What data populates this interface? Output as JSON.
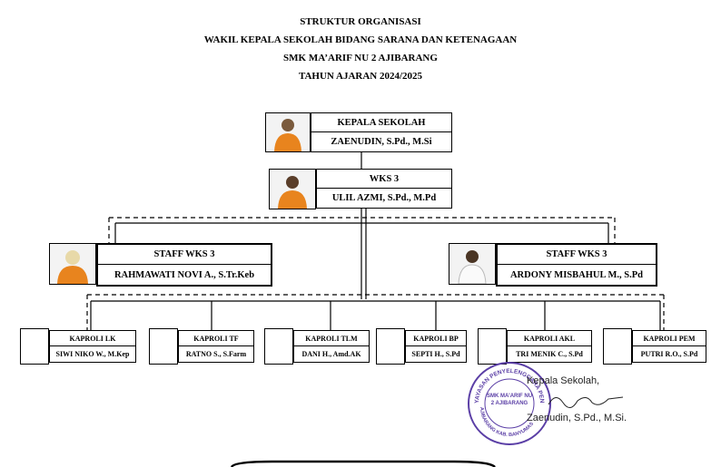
{
  "header": {
    "line1": "STRUKTUR ORGANISASI",
    "line2": "WAKIL KEPALA SEKOLAH BIDANG SARANA DAN KETENAGAAN",
    "line3": "SMK MA’ARIF NU 2 AJIBARANG",
    "line4": "TAHUN AJARAN 2024/2025"
  },
  "kepala": {
    "title": "KEPALA SEKOLAH",
    "name": "ZAENUDIN, S.Pd., M.Si"
  },
  "wks": {
    "title": "WKS 3",
    "name": "ULIL AZMI, S.Pd., M.Pd"
  },
  "staff_left": {
    "title": "STAFF WKS 3",
    "name": "RAHMAWATI NOVI A., S.Tr.Keb"
  },
  "staff_right": {
    "title": "STAFF WKS 3",
    "name": "ARDONY MISBAHUL M., S.Pd"
  },
  "kaproli": [
    {
      "title": "KAPROLI LK",
      "name": "SIWI NIKO W., M.Kep"
    },
    {
      "title": "KAPROLI TF",
      "name": "RATNO S., S.Farm"
    },
    {
      "title": "KAPROLI TLM",
      "name": "DANI H., Amd.AK"
    },
    {
      "title": "KAPROLI BP",
      "name": "SEPTI H., S.Pd"
    },
    {
      "title": "KAPROLI AKL",
      "name": "TRI MENIK C., S.Pd"
    },
    {
      "title": "KAPROLI PEM",
      "name": "PUTRI R.O., S.Pd"
    }
  ],
  "signature": {
    "role": "Kepala Sekolah,",
    "name": "Zaenudin, S.Pd., M.Si."
  },
  "stamp": {
    "org": "YAYASAN PENYELENGGARA PENDIDIKAN MA'ARIF NU",
    "school": "SMK MA'ARIF NU 2 AJIBARANG",
    "address": "AJIBARANG KAB. BANYUMAS",
    "color": "#5b3fa6"
  },
  "colors": {
    "stamp": "#5b3fa6",
    "line": "#000000",
    "orange": "#e8841e"
  }
}
